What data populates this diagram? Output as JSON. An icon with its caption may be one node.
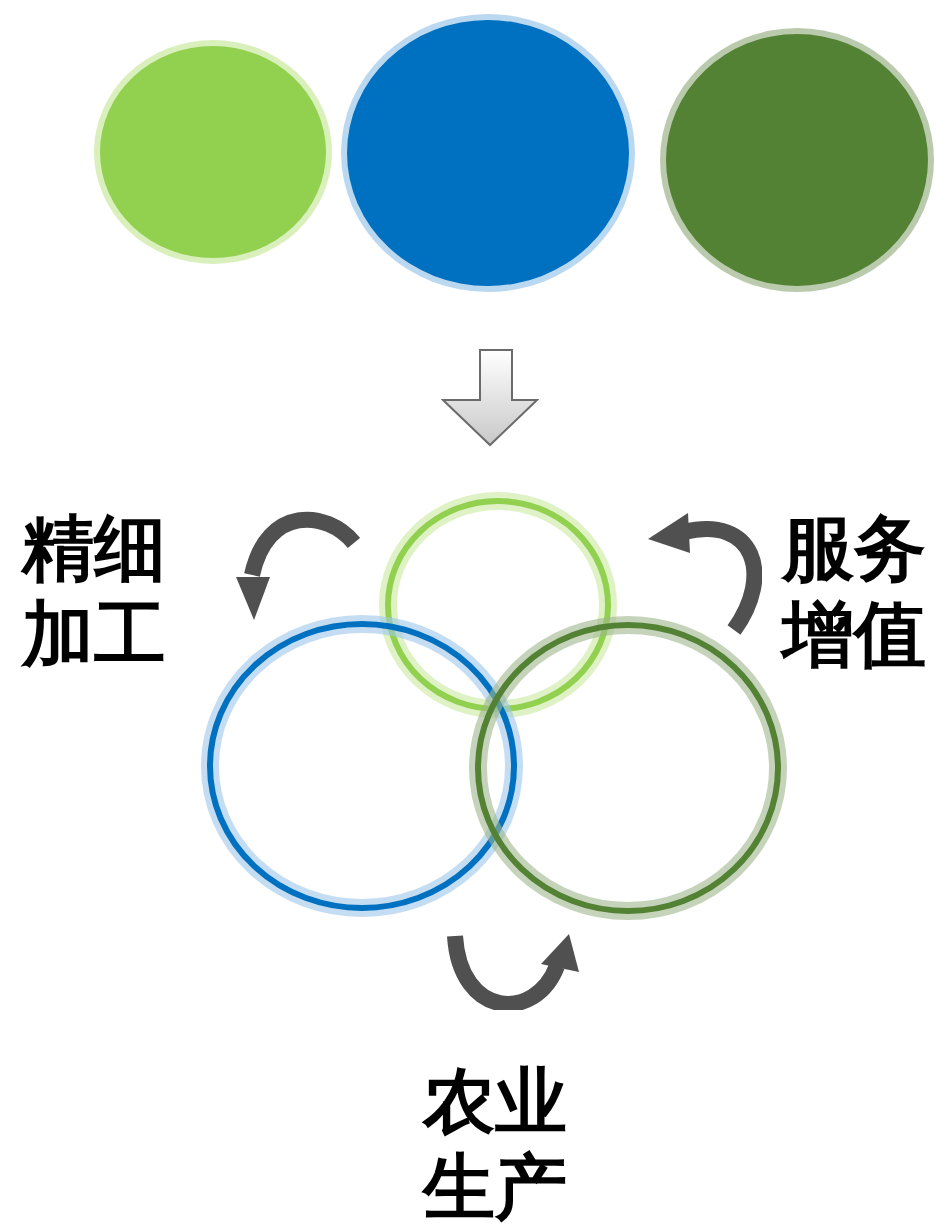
{
  "diagram": {
    "nodes": [
      {
        "text": [],
        "shape": "circle"
      },
      {
        "text": [],
        "shape": "circle"
      },
      {
        "text": [],
        "shape": "circle"
      },
      {
        "text": [],
        "shape": "circle"
      },
      {
        "text": [],
        "shape": "circle"
      },
      {
        "text": [],
        "shape": "circle"
      }
    ],
    "labels": [
      "精细加工",
      "服务增值",
      "农业生产"
    ]
  }
}
